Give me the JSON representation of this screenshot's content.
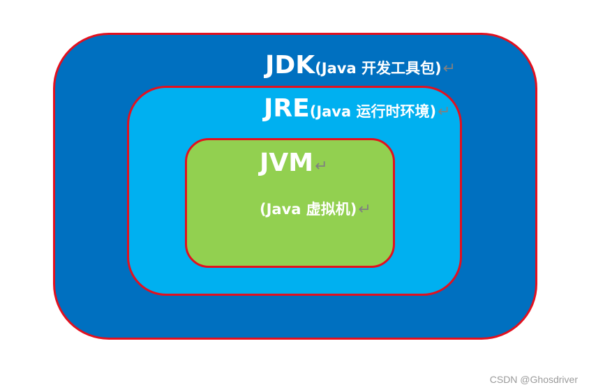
{
  "diagram": {
    "jdk": {
      "name": "JDK",
      "desc": "(Java 开发工具包)",
      "color": "#0070c0"
    },
    "jre": {
      "name": "JRE",
      "desc": "(Java 运行时环境)",
      "color": "#00b0f0"
    },
    "jvm": {
      "name": "JVM",
      "desc": "(Java 虚拟机)",
      "color": "#92d050"
    },
    "border_color": "#e3101e",
    "return_mark": "↵"
  },
  "watermark": "CSDN @Ghosdriver"
}
